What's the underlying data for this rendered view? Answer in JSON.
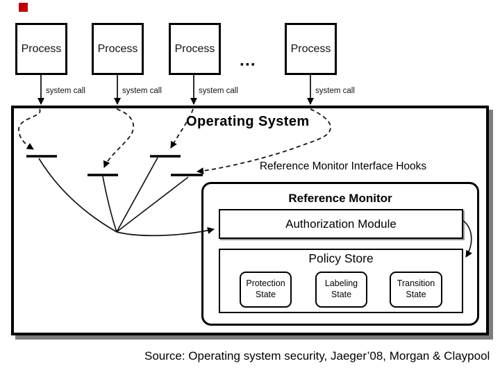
{
  "decor": {
    "accent_square_color": "#c00000"
  },
  "processes": [
    {
      "label": "Process",
      "syscall": "system call"
    },
    {
      "label": "Process",
      "syscall": "system call"
    },
    {
      "label": "Process",
      "syscall": "system call"
    },
    {
      "label": "Process",
      "syscall": "system call"
    }
  ],
  "ellipsis": "▪▪▪",
  "os": {
    "title": "Operating System",
    "hooks_label": "Reference Monitor Interface Hooks"
  },
  "reference_monitor": {
    "title": "Reference Monitor",
    "authorization_module_label": "Authorization Module",
    "policy_store": {
      "title": "Policy Store",
      "states": [
        "Protection State",
        "Labeling State",
        "Transition State"
      ]
    }
  },
  "footer": {
    "source": "Source: Operating system security, Jaeger’08, Morgan & Claypool"
  }
}
